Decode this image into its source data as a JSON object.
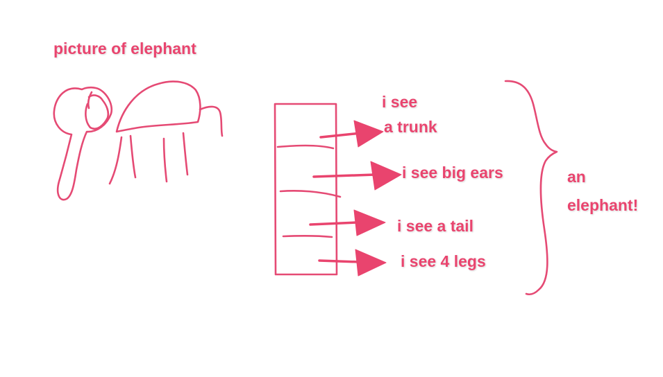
{
  "title": "picture of elephant",
  "features": [
    {
      "text_line1": "i see",
      "text_line2": "a trunk"
    },
    {
      "text": "i see big ears"
    },
    {
      "text": "i see a tail"
    },
    {
      "text": "i see 4 legs"
    }
  ],
  "conclusion": {
    "line1": "an",
    "line2": "elephant!"
  },
  "colors": {
    "ink": "#e54a74",
    "text": "#e9446e",
    "background": "#ffffff"
  },
  "icons": [
    "elephant-sketch-icon",
    "feature-detector-box",
    "curly-brace-icon"
  ]
}
